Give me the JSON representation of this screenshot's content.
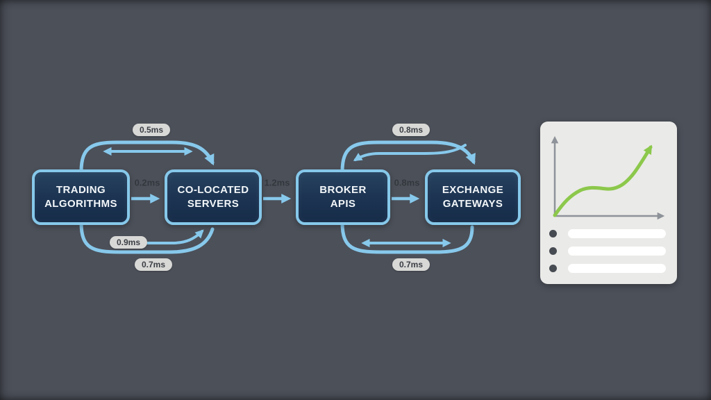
{
  "background_color": "#4c5059",
  "colors": {
    "accent_blue": "#87c9ec",
    "node_border": "#86c8ea",
    "node_fill": "#1d3553",
    "node_text": "#f2f6f9",
    "pill_bg": "#d8d8d6",
    "pill_text": "#3a3e44",
    "plain_label_text": "#33373d",
    "card_bg": "#eaeae8",
    "chart_green": "#8cc84b",
    "axis_gray": "#8e9299",
    "list_bullet": "#474c53",
    "list_bar": "#ffffff"
  },
  "diagram": {
    "nodes": [
      {
        "id": "trading-algorithms",
        "line1": "TRADING",
        "line2": "ALGORITHMS"
      },
      {
        "id": "co-located-servers",
        "line1": "CO-LOCATED",
        "line2": "SERVERS"
      },
      {
        "id": "broker-apis",
        "line1": "BROKER",
        "line2": "APIS"
      },
      {
        "id": "exchange-gateways",
        "line1": "EXCHANGE",
        "line2": "GATEWAYS"
      }
    ],
    "edges": [
      {
        "from": "trading-algorithms",
        "to": "co-located-servers",
        "type": "curved-top-bidirectional",
        "label": "0.5ms"
      },
      {
        "from": "trading-algorithms",
        "to": "co-located-servers",
        "type": "straight-right",
        "label": "0.2ms"
      },
      {
        "from": "trading-algorithms",
        "to": "co-located-servers",
        "type": "curved-bottom-inner",
        "label": "0.9ms"
      },
      {
        "from": "trading-algorithms",
        "to": "co-located-servers",
        "type": "curved-bottom-outer",
        "label": "0.7ms"
      },
      {
        "from": "co-located-servers",
        "to": "broker-apis",
        "type": "straight-right",
        "label": "1.2ms"
      },
      {
        "from": "broker-apis",
        "to": "exchange-gateways",
        "type": "curved-top-bidirectional",
        "label": "0.8ms"
      },
      {
        "from": "broker-apis",
        "to": "exchange-gateways",
        "type": "straight-right",
        "label": "0.8ms"
      },
      {
        "from": "broker-apis",
        "to": "exchange-gateways",
        "type": "curved-bottom-bidirectional",
        "label": "0.7ms"
      }
    ]
  },
  "side_card": {
    "chart_icon": "growth-line-chart",
    "list_placeholder_count": 3
  }
}
